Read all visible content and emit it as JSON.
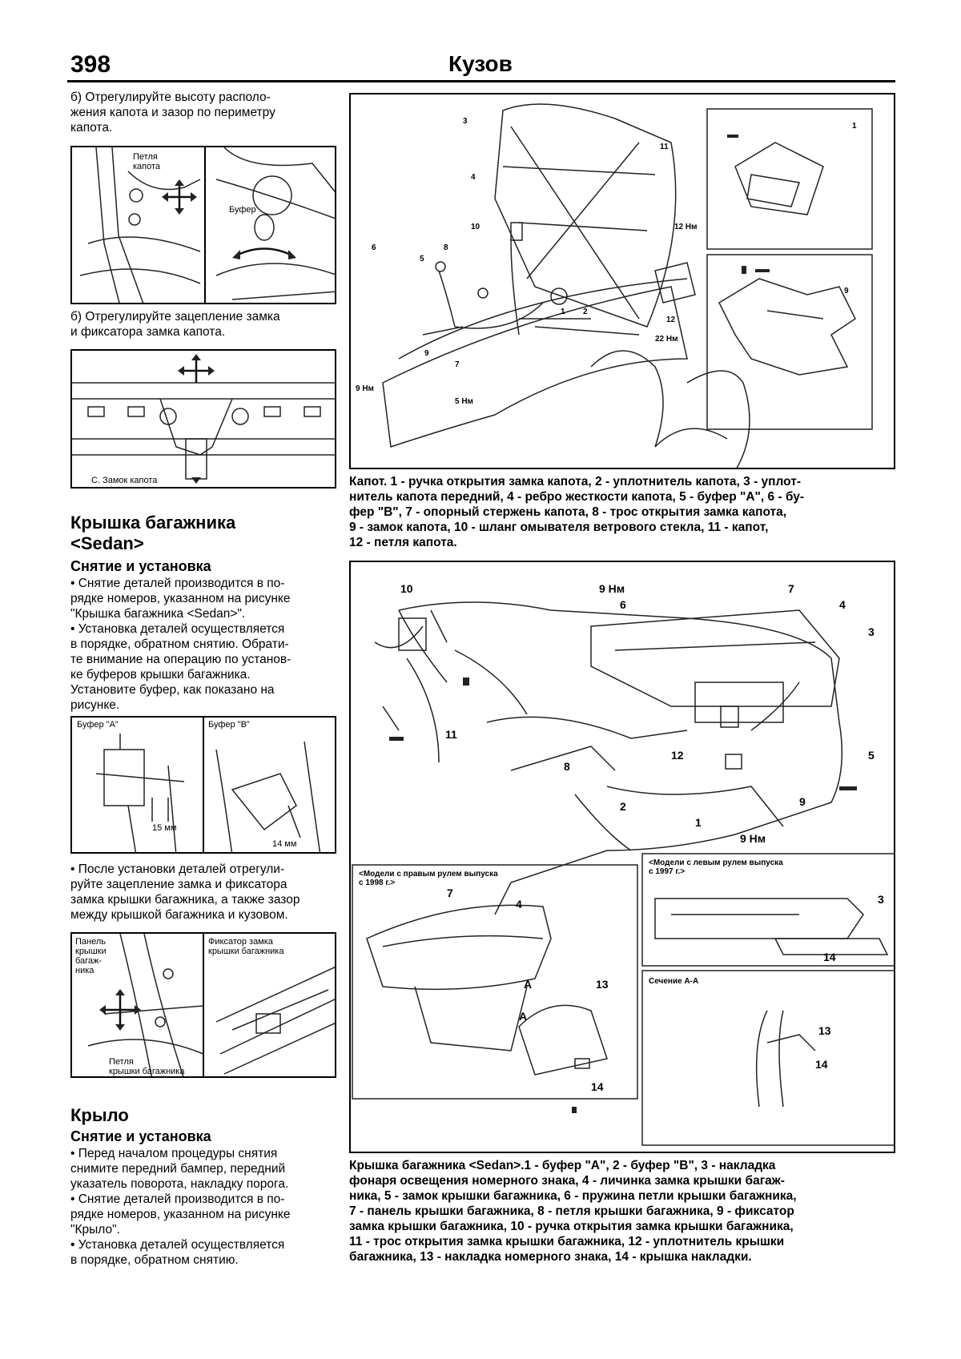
{
  "header": {
    "page_number": "398",
    "title": "Кузов"
  },
  "left": {
    "step_b1": [
      "б) Отрегулируйте высоту располо-",
      "жения капота и зазор по периметру",
      "капота."
    ],
    "fig1": {
      "left_label": [
        "Петля",
        "капота"
      ],
      "right_label": "Буфер"
    },
    "step_b2": [
      "б) Отрегулируйте зацепление замка",
      "и фиксатора замка капота."
    ],
    "fig2": {
      "label": "С. Замок капота"
    },
    "trunk_title": [
      "Крышка багажника",
      "<Sedan>"
    ],
    "trunk_sub": "Снятие и установка",
    "trunk_text": [
      "• Снятие деталей производится в по-",
      "рядке номеров, указанном на рисунке",
      "\"Крышка багажника <Sedan>\".",
      "• Установка деталей осуществляется",
      "в порядке, обратном снятию. Обрати-",
      "те внимание на операцию по установ-",
      "ке буферов крышки багажника.",
      "  Установите буфер, как показано на",
      "рисунке."
    ],
    "fig3": {
      "left_title": "Буфер \"А\"",
      "right_title": "Буфер \"В\"",
      "left_dim": "15 мм",
      "right_dim": "14 мм"
    },
    "after_text": [
      "• После установки деталей отрегули-",
      "руйте зацепление замка и фиксатора",
      "замка крышки багажника, а также зазор",
      "между крышкой багажника и кузовом."
    ],
    "fig4": {
      "panel_label": [
        "Панель",
        "крышки",
        "багаж-",
        "ника"
      ],
      "hinge_label": [
        "Петля",
        "крышки багажника"
      ],
      "latch_label": [
        "Фиксатор замка",
        "крышки багажника"
      ]
    },
    "fender_title": "Крыло",
    "fender_sub": "Снятие и установка",
    "fender_text": [
      "• Перед началом процедуры снятия",
      "снимите передний бампер, передний",
      "указатель поворота, накладку порога.",
      "• Снятие деталей производится в по-",
      "рядке номеров, указанном на рисунке",
      "\"Крыло\".",
      "• Установка деталей осуществляется",
      "в порядке, обратном снятию."
    ]
  },
  "right": {
    "hood_fig": {
      "callouts": [
        "1",
        "2",
        "3",
        "4",
        "5",
        "6",
        "7",
        "8",
        "9",
        "10",
        "11",
        "12"
      ],
      "torques": {
        "t12a": "12 Нм",
        "t22": "22 Нм",
        "t9": "9 Нм",
        "t5": "5 Нм"
      },
      "inset_top_num": "1",
      "inset_bottom_num": "9"
    },
    "hood_caption": [
      "Капот. 1 - ручка открытия замка капота, 2 - уплотнитель капота, 3 - уплот-",
      "нитель капота передний, 4 - ребро жесткости капота, 5 - буфер \"А\", 6 - бу-",
      "фер \"В\", 7 - опорный стержень капота, 8 - трос открытия замка капота,",
      "9 - замок капота, 10 - шланг омывателя ветрового стекла, 11 - капот,",
      "12 - петля капота."
    ],
    "trunk_fig": {
      "torque_top": "9 Нм",
      "torque_bottom": "9 Нм",
      "right_hand": [
        "<Модели с правым рулем выпуска",
        "с 1998 г.>"
      ],
      "left_hand": [
        "<Модели с левым рулем выпуска",
        "с 1997 г.>"
      ],
      "section": "Сечение А-А",
      "letter_a": "А"
    },
    "trunk_caption": [
      "Крышка багажника <Sedan>.1 - буфер \"А\", 2 - буфер \"В\", 3 - накладка",
      "фонаря освещения номерного знака, 4 - личинка замка крышки багаж-",
      "ника, 5 - замок крышки багажника, 6 - пружина петли крышки багажника,",
      "7 - панель крышки багажника, 8 - петля крышки багажника, 9 - фиксатор",
      "замка крышки багажника, 10 - ручка открытия замка крышки багажника,",
      "11 - трос открытия замка крышки багажника, 12 - уплотнитель крышки",
      "багажника, 13 - накладка номерного знака, 14 - крышка накладки."
    ]
  }
}
